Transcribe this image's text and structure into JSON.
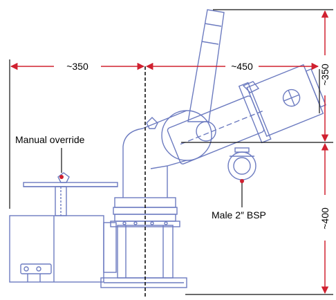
{
  "diagram": {
    "colors": {
      "drawing": "#6c7bc0",
      "dimension": "#d0202f",
      "leader": "#111111"
    },
    "dimensions": {
      "left_width": "~350",
      "right_width": "~450",
      "top_height": "~350",
      "bottom_height": "~400"
    },
    "callouts": {
      "manual_override": "Manual override",
      "inlet": "Male 2″ BSP"
    }
  }
}
